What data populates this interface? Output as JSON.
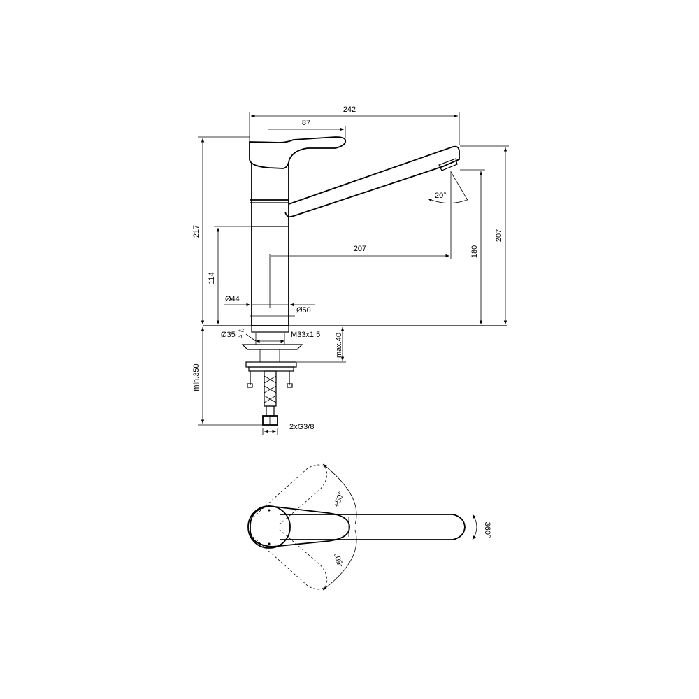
{
  "dimensions": {
    "overall_width": "242",
    "lever_length": "87",
    "total_height": "217",
    "spout_reach": "207",
    "spout_height_right": "207",
    "outlet_height": "180",
    "body_height": "114",
    "diameter_44": "Ø44",
    "diameter_50": "Ø50",
    "hole_diameter": "Ø35",
    "hole_tolerance_upper": "+2",
    "hole_tolerance_lower": "-1",
    "thread": "M33x1.5",
    "max_thickness": "max.40",
    "hose_length": "min.350",
    "connection": "2xG3/8",
    "spout_angle": "20°"
  },
  "plan_view": {
    "lever_rotation_plus": "+50°",
    "lever_rotation_minus": "-50°",
    "spout_rotation": "360°"
  },
  "colors": {
    "ink": "#000000",
    "background": "#ffffff"
  }
}
